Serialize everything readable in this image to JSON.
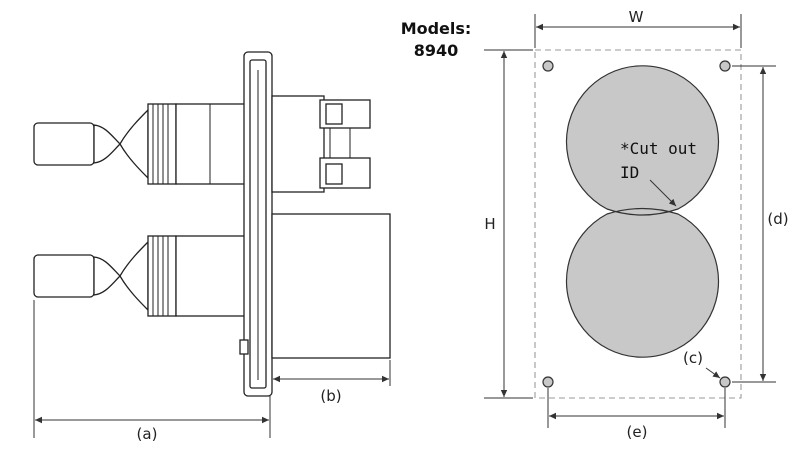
{
  "title": {
    "line1": "Models:",
    "line2": "8940"
  },
  "labels": {
    "a": "(a)",
    "b": "(b)",
    "c": "(c)",
    "d": "(d)",
    "e": "(e)",
    "W": "W",
    "H": "H",
    "cutout_line1": "*Cut out",
    "cutout_line2": "ID"
  },
  "colors": {
    "cutout_fill": "#c8c8c8",
    "line": "#333333",
    "dashed_outline": "#999999"
  }
}
